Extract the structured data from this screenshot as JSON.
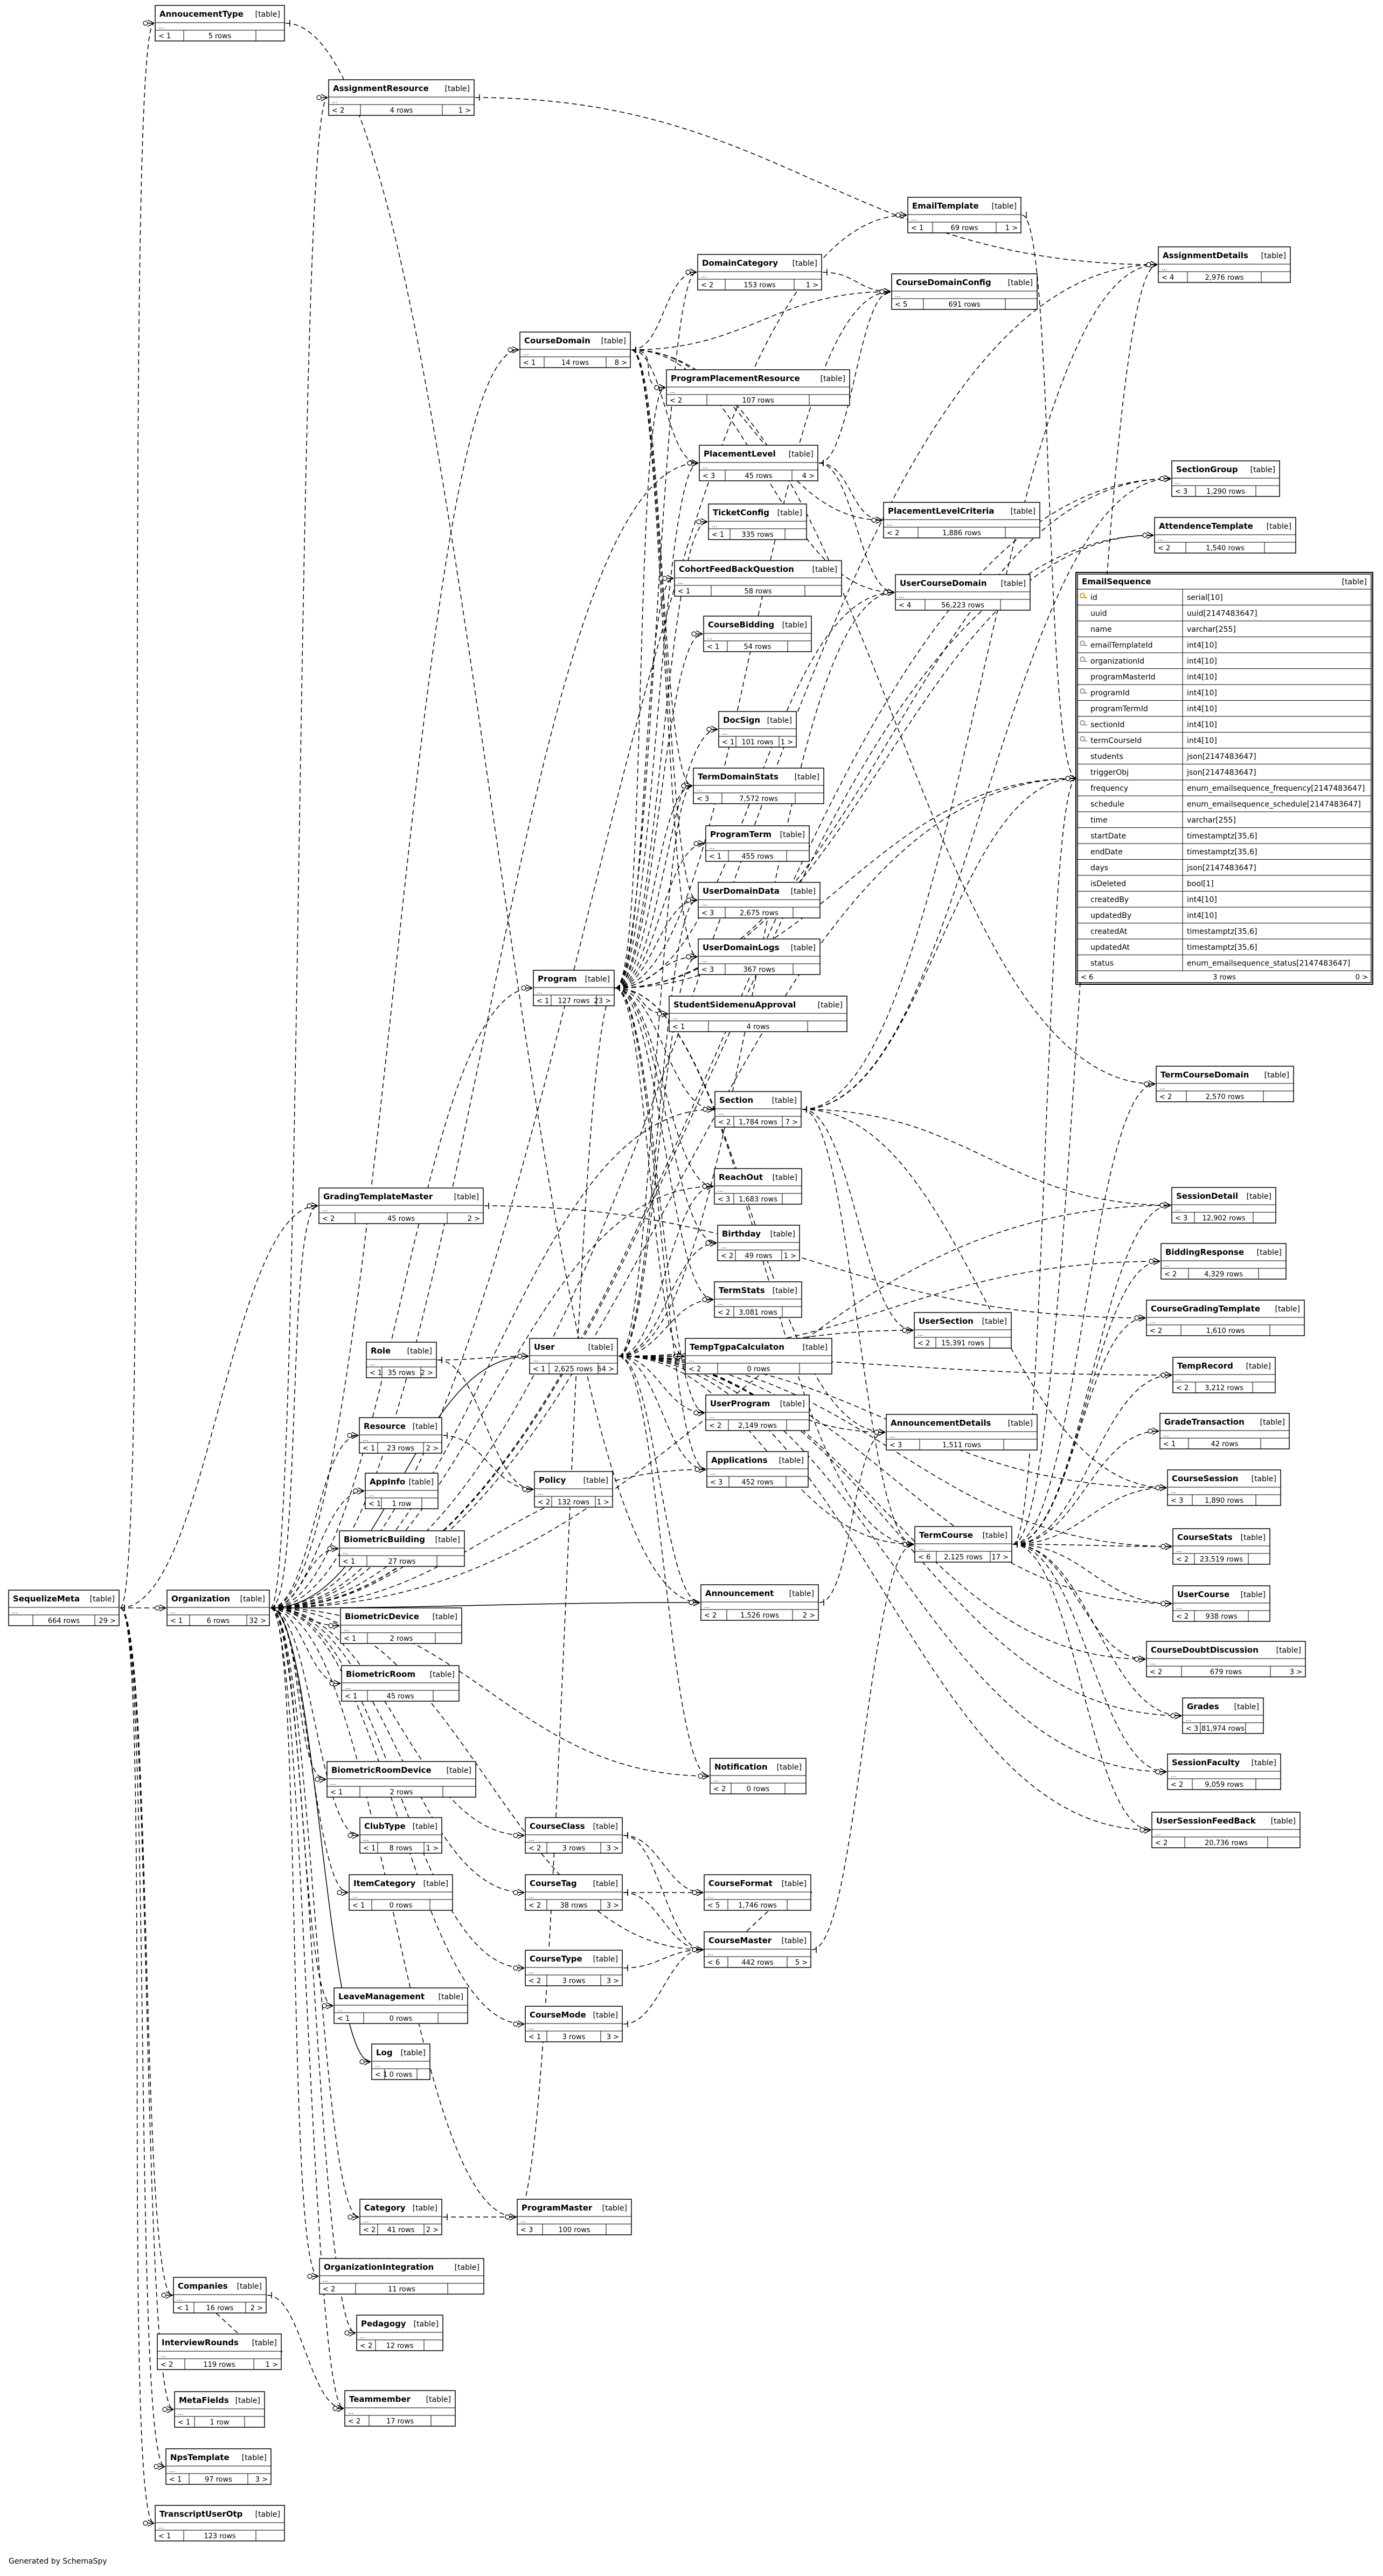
{
  "footer": "Generated by SchemaSpy",
  "table_tag": "[table]",
  "tables": [
    {
      "name": "AnnoucementType",
      "left": "< 1",
      "rows": "5 rows",
      "right": ""
    },
    {
      "name": "AssignmentResource",
      "left": "< 2",
      "rows": "4 rows",
      "right": "1 >"
    },
    {
      "name": "EmailTemplate",
      "left": "< 1",
      "rows": "69 rows",
      "right": "1 >"
    },
    {
      "name": "DomainCategory",
      "left": "< 2",
      "rows": "153 rows",
      "right": "1 >"
    },
    {
      "name": "CourseDomainConfig",
      "left": "< 5",
      "rows": "691 rows",
      "right": ""
    },
    {
      "name": "AssignmentDetails",
      "left": "< 4",
      "rows": "2,976 rows",
      "right": ""
    },
    {
      "name": "CourseDomain",
      "left": "< 1",
      "rows": "14 rows",
      "right": "8 >"
    },
    {
      "name": "ProgramPlacementResource",
      "left": "< 2",
      "rows": "107 rows",
      "right": ""
    },
    {
      "name": "PlacementLevel",
      "left": "< 3",
      "rows": "45 rows",
      "right": "4 >"
    },
    {
      "name": "SectionGroup",
      "left": "< 3",
      "rows": "1,290 rows",
      "right": ""
    },
    {
      "name": "TicketConfig",
      "left": "< 1",
      "rows": "335 rows",
      "right": ""
    },
    {
      "name": "PlacementLevelCriteria",
      "left": "< 2",
      "rows": "1,886 rows",
      "right": ""
    },
    {
      "name": "AttendenceTemplate",
      "left": "< 2",
      "rows": "1,540 rows",
      "right": ""
    },
    {
      "name": "CohortFeedBackQuestion",
      "left": "< 1",
      "rows": "58 rows",
      "right": ""
    },
    {
      "name": "UserCourseDomain",
      "left": "< 4",
      "rows": "56,223 rows",
      "right": ""
    },
    {
      "name": "CourseBidding",
      "left": "< 1",
      "rows": "54 rows",
      "right": ""
    },
    {
      "name": "DocSign",
      "left": "< 1",
      "rows": "101 rows",
      "right": "1 >"
    },
    {
      "name": "TermDomainStats",
      "left": "< 3",
      "rows": "7,572 rows",
      "right": ""
    },
    {
      "name": "ProgramTerm",
      "left": "< 1",
      "rows": "455 rows",
      "right": ""
    },
    {
      "name": "UserDomainData",
      "left": "< 3",
      "rows": "2,675 rows",
      "right": ""
    },
    {
      "name": "UserDomainLogs",
      "left": "< 3",
      "rows": "367 rows",
      "right": ""
    },
    {
      "name": "Program",
      "left": "< 1",
      "rows": "127 rows",
      "right": "23 >"
    },
    {
      "name": "StudentSidemenuApproval",
      "left": "< 1",
      "rows": "4 rows",
      "right": ""
    },
    {
      "name": "TermCourseDomain",
      "left": "< 2",
      "rows": "2,570 rows",
      "right": ""
    },
    {
      "name": "Section",
      "left": "< 2",
      "rows": "1,784 rows",
      "right": "7 >"
    },
    {
      "name": "GradingTemplateMaster",
      "left": "< 2",
      "rows": "45 rows",
      "right": "2 >"
    },
    {
      "name": "ReachOut",
      "left": "< 3",
      "rows": "1,683 rows",
      "right": ""
    },
    {
      "name": "SessionDetail",
      "left": "< 3",
      "rows": "12,902 rows",
      "right": ""
    },
    {
      "name": "Birthday",
      "left": "< 2",
      "rows": "49 rows",
      "right": "1 >"
    },
    {
      "name": "BiddingResponse",
      "left": "< 2",
      "rows": "4,329 rows",
      "right": ""
    },
    {
      "name": "TermStats",
      "left": "< 2",
      "rows": "3,081 rows",
      "right": ""
    },
    {
      "name": "CourseGradingTemplate",
      "left": "< 2",
      "rows": "1,610 rows",
      "right": ""
    },
    {
      "name": "UserSection",
      "left": "< 2",
      "rows": "15,391 rows",
      "right": ""
    },
    {
      "name": "Role",
      "left": "< 1",
      "rows": "35 rows",
      "right": "2 >"
    },
    {
      "name": "User",
      "left": "< 1",
      "rows": "2,625 rows",
      "right": "64 >"
    },
    {
      "name": "TempTgpaCalculaton",
      "left": "< 2",
      "rows": "0 rows",
      "right": ""
    },
    {
      "name": "TempRecord",
      "left": "< 2",
      "rows": "3,212 rows",
      "right": ""
    },
    {
      "name": "Resource",
      "left": "< 1",
      "rows": "23 rows",
      "right": "2 >"
    },
    {
      "name": "UserProgram",
      "left": "< 2",
      "rows": "2,149 rows",
      "right": ""
    },
    {
      "name": "AnnouncementDetails",
      "left": "< 3",
      "rows": "1,511 rows",
      "right": ""
    },
    {
      "name": "GradeTransaction",
      "left": "< 1",
      "rows": "42 rows",
      "right": ""
    },
    {
      "name": "AppInfo",
      "left": "< 1",
      "rows": "1 row",
      "right": ""
    },
    {
      "name": "Policy",
      "left": "< 2",
      "rows": "132 rows",
      "right": "1 >"
    },
    {
      "name": "Applications",
      "left": "< 3",
      "rows": "452 rows",
      "right": ""
    },
    {
      "name": "CourseSession",
      "left": "< 3",
      "rows": "1,890 rows",
      "right": ""
    },
    {
      "name": "BiometricBuilding",
      "left": "< 1",
      "rows": "27 rows",
      "right": ""
    },
    {
      "name": "TermCourse",
      "left": "< 6",
      "rows": "2,125 rows",
      "right": "17 >"
    },
    {
      "name": "CourseStats",
      "left": "< 2",
      "rows": "23,519 rows",
      "right": ""
    },
    {
      "name": "SequelizeMeta",
      "left": "",
      "rows": "664 rows",
      "right": "29 >"
    },
    {
      "name": "Organization",
      "left": "< 1",
      "rows": "6 rows",
      "right": "32 >"
    },
    {
      "name": "Announcement",
      "left": "< 2",
      "rows": "1,526 rows",
      "right": "2 >"
    },
    {
      "name": "UserCourse",
      "left": "< 2",
      "rows": "938 rows",
      "right": ""
    },
    {
      "name": "BiometricDevice",
      "left": "< 1",
      "rows": "2 rows",
      "right": ""
    },
    {
      "name": "CourseDoubtDiscussion",
      "left": "< 2",
      "rows": "679 rows",
      "right": "3 >"
    },
    {
      "name": "BiometricRoom",
      "left": "< 1",
      "rows": "45 rows",
      "right": ""
    },
    {
      "name": "Grades",
      "left": "< 3",
      "rows": "81,974 rows",
      "right": ""
    },
    {
      "name": "BiometricRoomDevice",
      "left": "< 1",
      "rows": "2 rows",
      "right": ""
    },
    {
      "name": "Notification",
      "left": "< 2",
      "rows": "0 rows",
      "right": ""
    },
    {
      "name": "SessionFaculty",
      "left": "< 2",
      "rows": "9,059 rows",
      "right": ""
    },
    {
      "name": "ClubType",
      "left": "< 1",
      "rows": "8 rows",
      "right": "1 >"
    },
    {
      "name": "CourseClass",
      "left": "< 2",
      "rows": "3 rows",
      "right": "3 >"
    },
    {
      "name": "UserSessionFeedBack",
      "left": "< 2",
      "rows": "20,736 rows",
      "right": ""
    },
    {
      "name": "ItemCategory",
      "left": "< 1",
      "rows": "0 rows",
      "right": ""
    },
    {
      "name": "CourseTag",
      "left": "< 2",
      "rows": "38 rows",
      "right": "3 >"
    },
    {
      "name": "CourseFormat",
      "left": "< 5",
      "rows": "1,746 rows",
      "right": ""
    },
    {
      "name": "CourseMaster",
      "left": "< 6",
      "rows": "442 rows",
      "right": "5 >"
    },
    {
      "name": "CourseType",
      "left": "< 2",
      "rows": "3 rows",
      "right": "3 >"
    },
    {
      "name": "LeaveManagement",
      "left": "< 1",
      "rows": "0 rows",
      "right": ""
    },
    {
      "name": "CourseMode",
      "left": "< 1",
      "rows": "3 rows",
      "right": "3 >"
    },
    {
      "name": "Log",
      "left": "< 1",
      "rows": "0 rows",
      "right": ""
    },
    {
      "name": "Category",
      "left": "< 2",
      "rows": "41 rows",
      "right": "2 >"
    },
    {
      "name": "ProgramMaster",
      "left": "< 3",
      "rows": "100 rows",
      "right": ""
    },
    {
      "name": "OrganizationIntegration",
      "left": "< 2",
      "rows": "11 rows",
      "right": ""
    },
    {
      "name": "Companies",
      "left": "< 1",
      "rows": "16 rows",
      "right": "2 >"
    },
    {
      "name": "Pedagogy",
      "left": "< 2",
      "rows": "12 rows",
      "right": ""
    },
    {
      "name": "InterviewRounds",
      "left": "< 2",
      "rows": "119 rows",
      "right": "1 >"
    },
    {
      "name": "Teammember",
      "left": "< 2",
      "rows": "17 rows",
      "right": ""
    },
    {
      "name": "MetaFields",
      "left": "< 1",
      "rows": "1 row",
      "right": ""
    },
    {
      "name": "NpsTemplate",
      "left": "< 1",
      "rows": "97 rows",
      "right": "3 >"
    },
    {
      "name": "TranscriptUserOtp",
      "left": "< 1",
      "rows": "123 rows",
      "right": ""
    }
  ],
  "email_sequence": {
    "name": "EmailSequence",
    "tag": "[table]",
    "columns": [
      {
        "key": "pk",
        "name": "id",
        "type": "serial[10]"
      },
      {
        "key": "",
        "name": "uuid",
        "type": "uuid[2147483647]"
      },
      {
        "key": "",
        "name": "name",
        "type": "varchar[255]"
      },
      {
        "key": "fk",
        "name": "emailTemplateId",
        "type": "int4[10]"
      },
      {
        "key": "fk",
        "name": "organizationId",
        "type": "int4[10]"
      },
      {
        "key": "",
        "name": "programMasterId",
        "type": "int4[10]"
      },
      {
        "key": "fk",
        "name": "programId",
        "type": "int4[10]"
      },
      {
        "key": "",
        "name": "programTermId",
        "type": "int4[10]"
      },
      {
        "key": "fk",
        "name": "sectionId",
        "type": "int4[10]"
      },
      {
        "key": "fk",
        "name": "termCourseId",
        "type": "int4[10]"
      },
      {
        "key": "",
        "name": "students",
        "type": "json[2147483647]"
      },
      {
        "key": "",
        "name": "triggerObj",
        "type": "json[2147483647]"
      },
      {
        "key": "",
        "name": "frequency",
        "type": "enum_emailsequence_frequency[2147483647]"
      },
      {
        "key": "",
        "name": "schedule",
        "type": "enum_emailsequence_schedule[2147483647]"
      },
      {
        "key": "",
        "name": "time",
        "type": "varchar[255]"
      },
      {
        "key": "",
        "name": "startDate",
        "type": "timestamptz[35,6]"
      },
      {
        "key": "",
        "name": "endDate",
        "type": "timestamptz[35,6]"
      },
      {
        "key": "",
        "name": "days",
        "type": "json[2147483647]"
      },
      {
        "key": "",
        "name": "isDeleted",
        "type": "bool[1]"
      },
      {
        "key": "",
        "name": "createdBy",
        "type": "int4[10]"
      },
      {
        "key": "",
        "name": "updatedBy",
        "type": "int4[10]"
      },
      {
        "key": "",
        "name": "createdAt",
        "type": "timestamptz[35,6]"
      },
      {
        "key": "",
        "name": "updatedAt",
        "type": "timestamptz[35,6]"
      },
      {
        "key": "",
        "name": "status",
        "type": "enum_emailsequence_status[2147483647]"
      }
    ],
    "left": "< 6",
    "rows": "3 rows",
    "right": "0 >"
  }
}
